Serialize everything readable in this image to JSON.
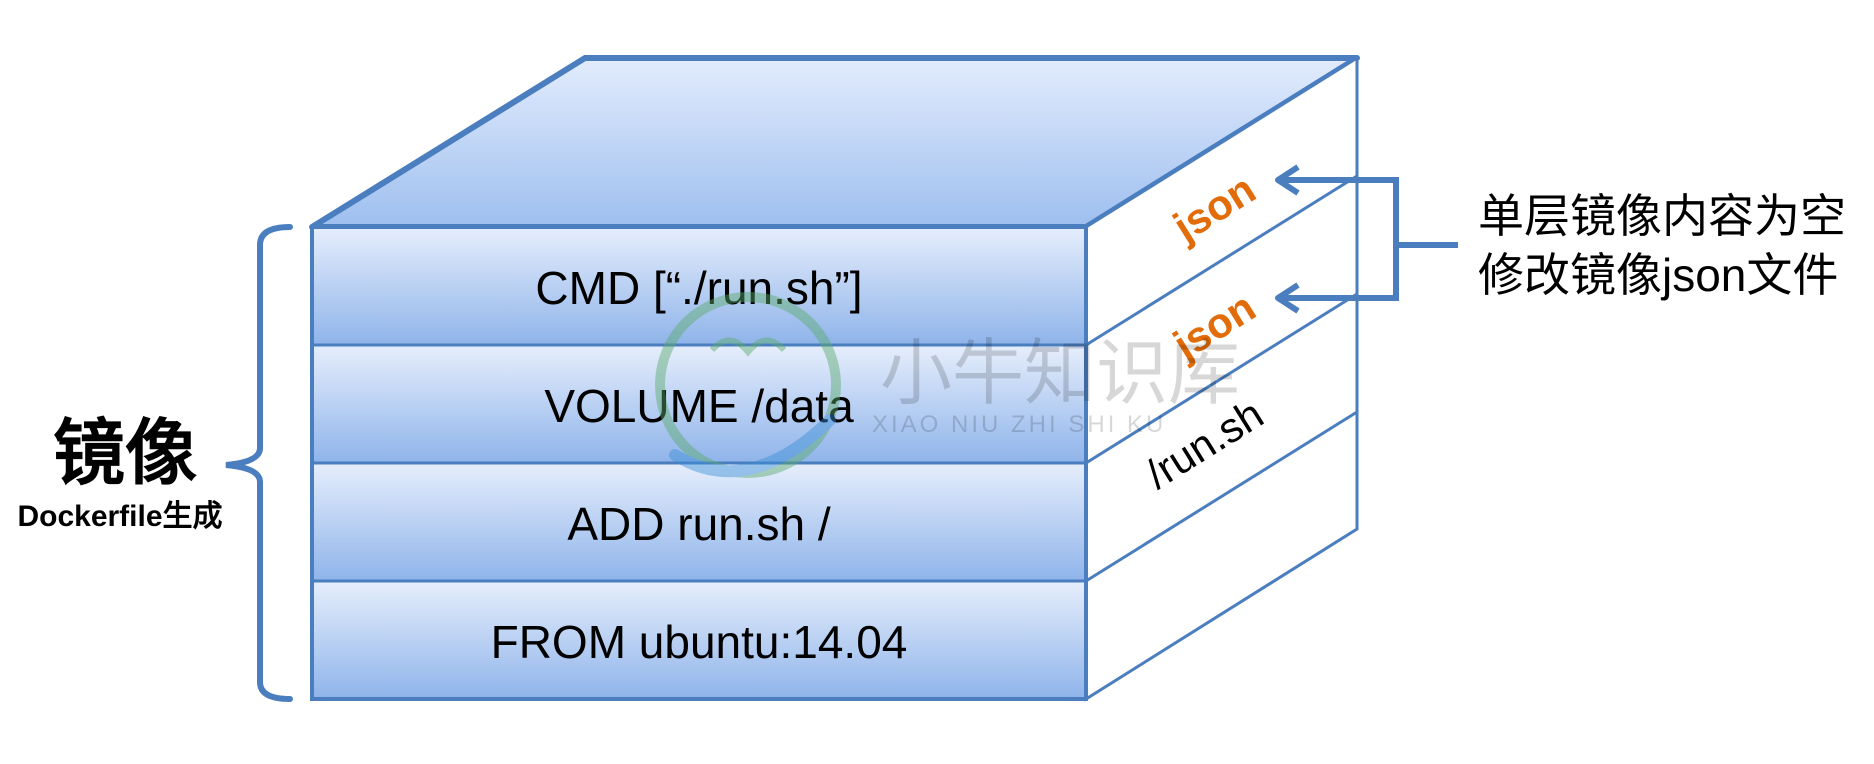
{
  "image": {
    "title": "镜像",
    "subtitle": "Dockerfile生成",
    "layers": [
      {
        "instruction": "CMD [“./run.sh”]",
        "side_label": "json"
      },
      {
        "instruction": "VOLUME /data",
        "side_label": "json"
      },
      {
        "instruction": "ADD run.sh /",
        "side_label": "/run.sh"
      },
      {
        "instruction": "FROM ubuntu:14.04",
        "side_label": ""
      }
    ]
  },
  "annotation": {
    "line1": "单层镜像内容为空",
    "line2": "修改镜像json文件"
  },
  "watermark": {
    "title": "小牛知识库",
    "subtitle": "XIAO NIU ZHI SHI KU"
  },
  "colors": {
    "stroke": "#4a7ebf",
    "front_fill_top": "#dbe6fb",
    "front_fill_bottom": "#8db2ea",
    "json_label": "#e36c0a",
    "watermark_green": "#5aaa6b",
    "watermark_blue": "#3b8fd6"
  }
}
